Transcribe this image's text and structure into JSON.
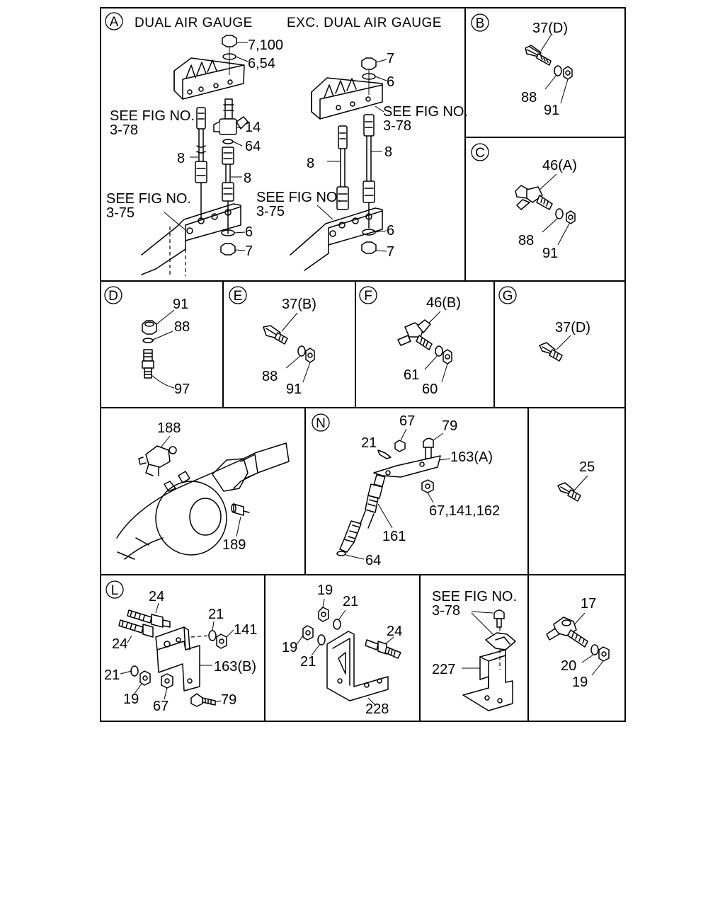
{
  "panelA": {
    "letter": "A",
    "title_left": "DUAL AIR GAUGE",
    "title_right": "EXC. DUAL AIR GAUGE",
    "left": {
      "c1": "7,100",
      "c2": "6,54",
      "see1a": "SEE FIG NO.",
      "see1b": "3-78",
      "c3": "14",
      "c4": "64",
      "c5": "8",
      "c6": "8",
      "see2a": "SEE FIG NO.",
      "see2b": "3-75",
      "c7": "6",
      "c8": "7"
    },
    "right": {
      "c1": "7",
      "c2": "6",
      "see1a": "SEE FIG NO.",
      "see1b": "3-78",
      "c3": "8",
      "c4": "8",
      "see2a": "SEE FIG NO.",
      "see2b": "3-75",
      "c5": "6",
      "c6": "7"
    }
  },
  "panelB": {
    "letter": "B",
    "c1": "37(D)",
    "c2": "88",
    "c3": "91"
  },
  "panelC": {
    "letter": "C",
    "c1": "46(A)",
    "c2": "88",
    "c3": "91"
  },
  "panelD": {
    "letter": "D",
    "c1": "91",
    "c2": "88",
    "c3": "97"
  },
  "panelE": {
    "letter": "E",
    "c1": "37(B)",
    "c2": "88",
    "c3": "91"
  },
  "panelF": {
    "letter": "F",
    "c1": "46(B)",
    "c2": "61",
    "c3": "60"
  },
  "panelG": {
    "letter": "G",
    "c1": "37(D)"
  },
  "panelAxle": {
    "c1": "188",
    "c2": "189"
  },
  "panelN": {
    "letter": "N",
    "c1": "67",
    "c2": "79",
    "c3": "21",
    "c4": "163(A)",
    "c5": "67,141,162",
    "c6": "161",
    "c7": "64"
  },
  "panel25": {
    "c1": "25"
  },
  "panelL": {
    "letter": "L",
    "c1": "24",
    "c2": "24",
    "c3": "21",
    "c4": "141",
    "c5": "163(B)",
    "c6": "21",
    "c7": "19",
    "c8": "67",
    "c9": "79"
  },
  "panel228": {
    "c1": "19",
    "c2": "21",
    "c3": "24",
    "c4": "19",
    "c5": "21",
    "c6": "228"
  },
  "panel227": {
    "see1": "SEE FIG NO.",
    "see2": "3-78",
    "c1": "227"
  },
  "panel17": {
    "c1": "17",
    "c2": "20",
    "c3": "19"
  }
}
